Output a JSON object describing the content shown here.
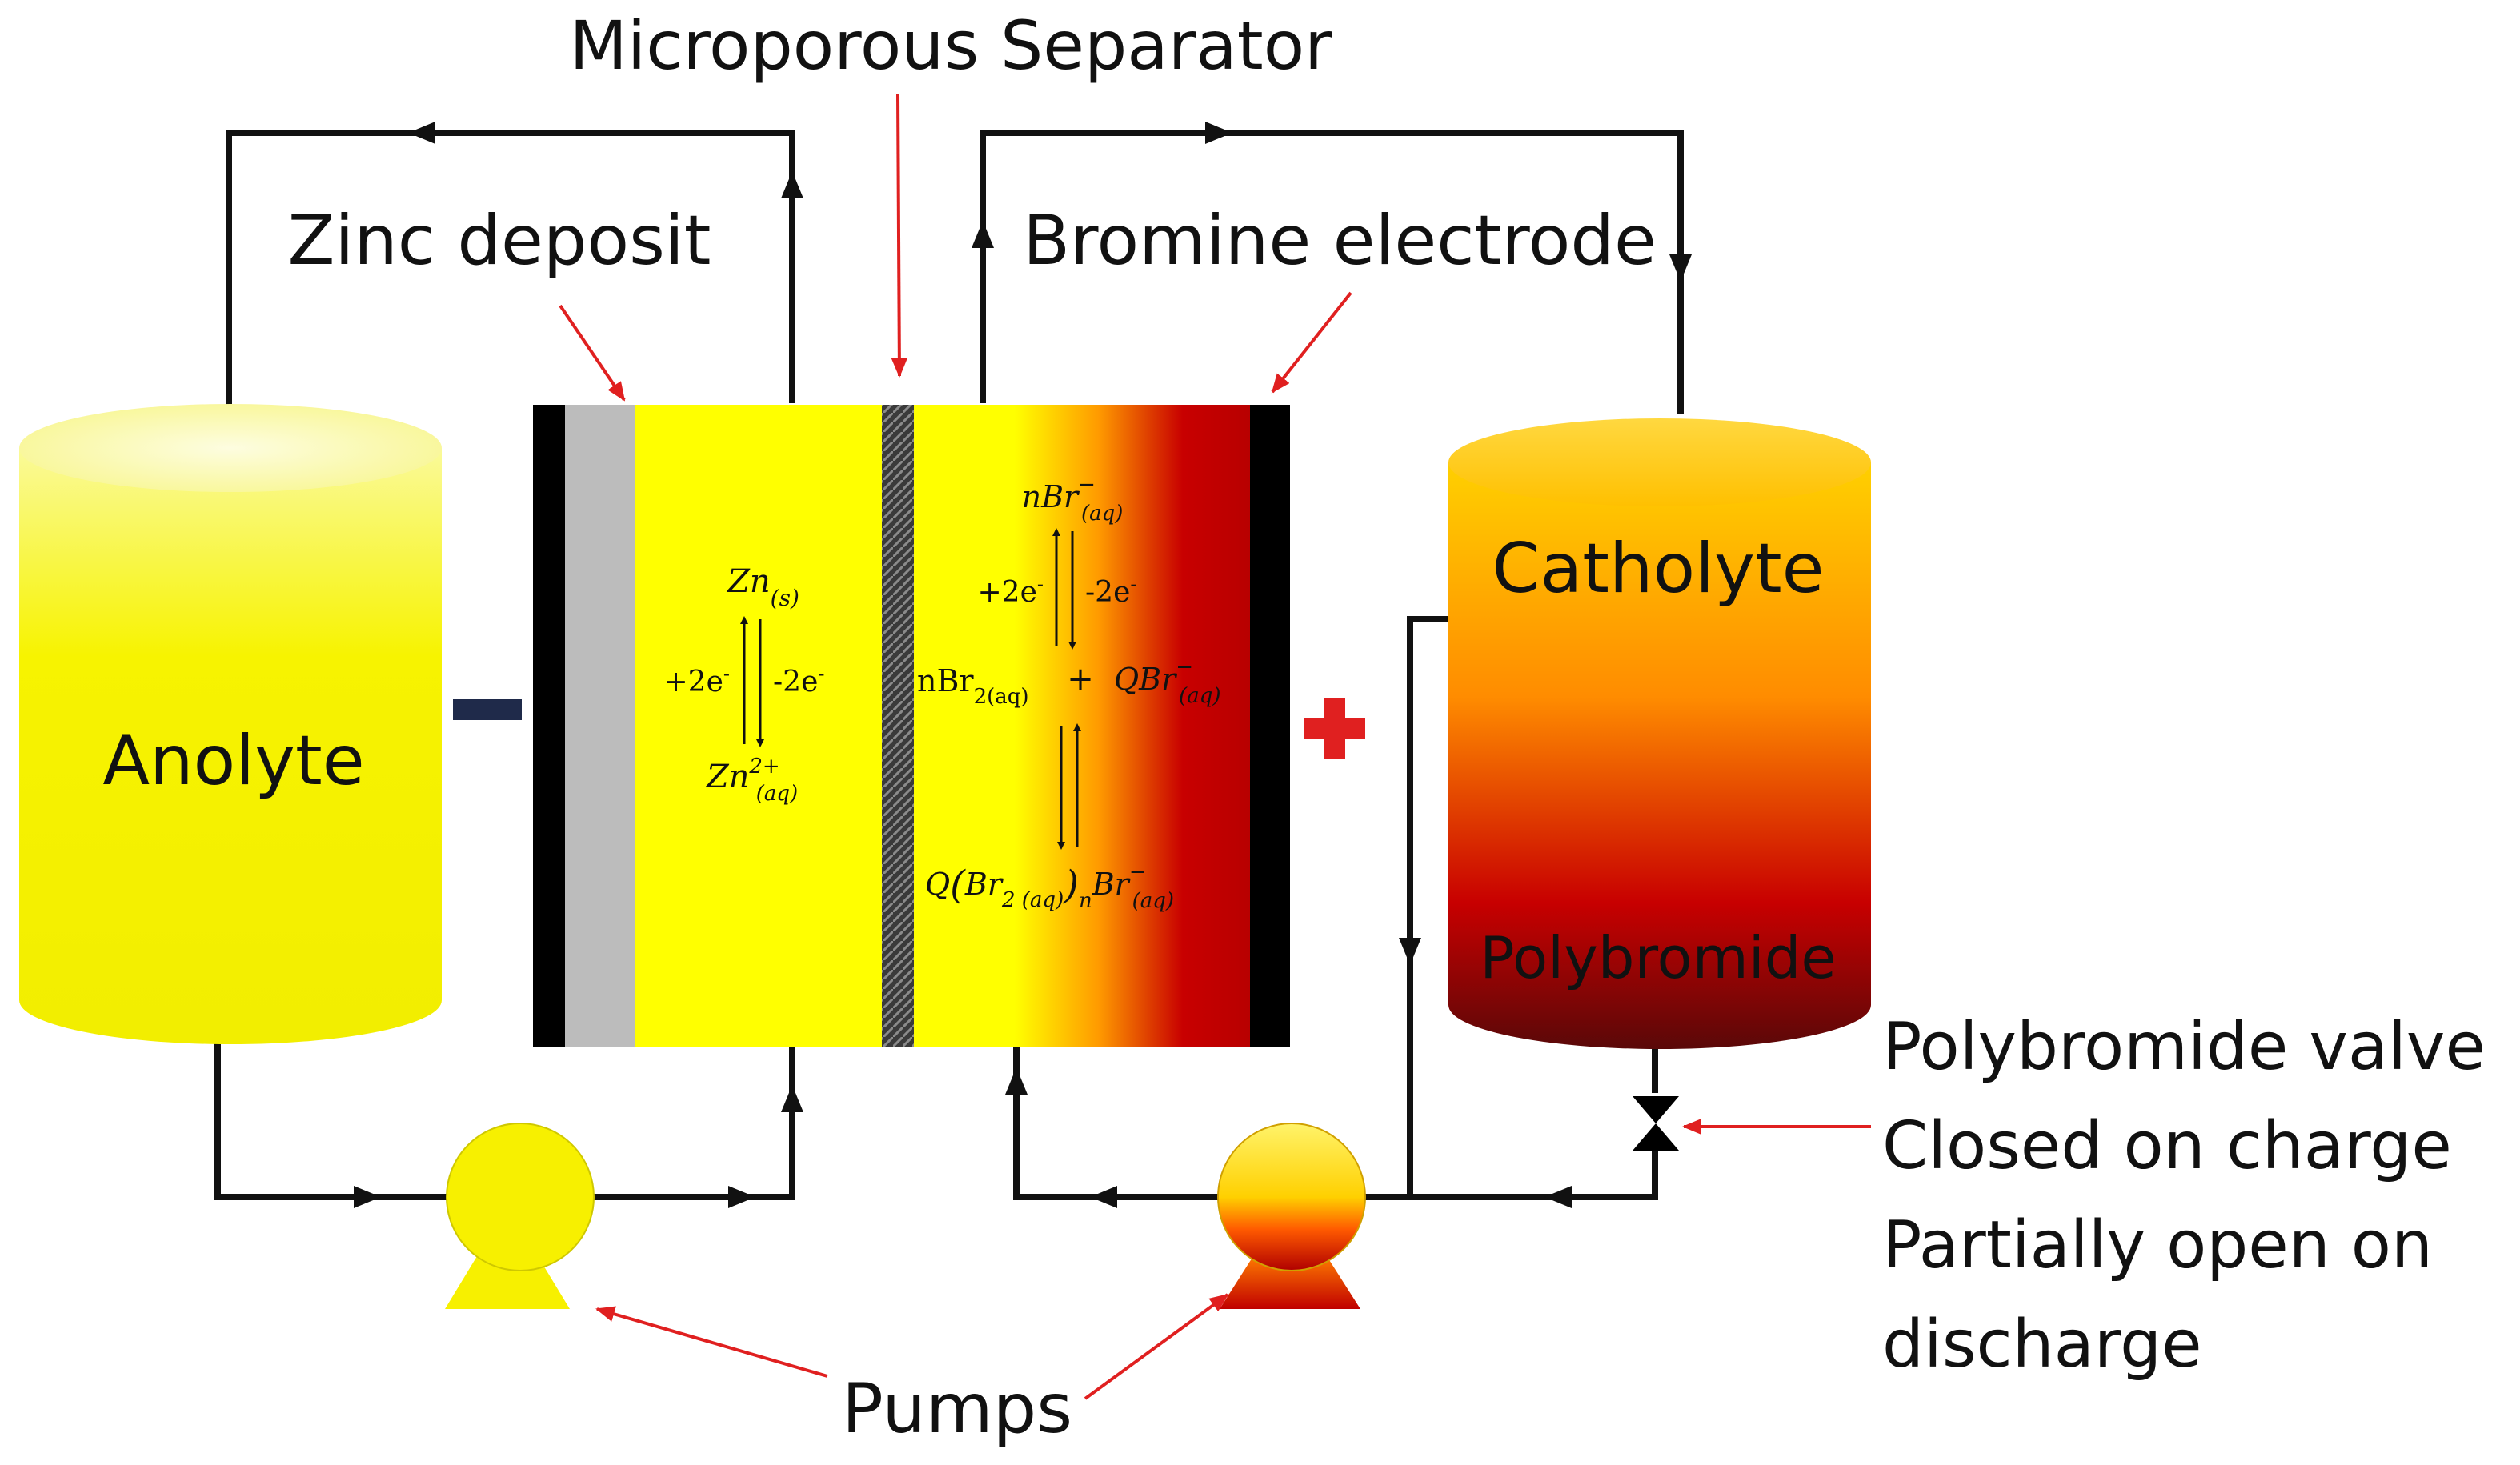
{
  "colors": {
    "anolyte_yellow": "#f7f000",
    "bromine_red": "#c00000",
    "pointer_red": "#e02020",
    "separator_gray": "#444444",
    "zinc_gray": "#bcbcbc"
  },
  "labels": {
    "separator": "Microporous Separator",
    "zinc_deposit": "Zinc deposit",
    "bromine_electrode": "Bromine electrode",
    "anolyte": "Anolyte",
    "catholyte": "Catholyte",
    "polybromide": "Polybromide",
    "valve_line1": "Polybromide valve",
    "valve_line2": "Closed on charge",
    "valve_line3": "Partially open on",
    "valve_line4": "discharge",
    "pumps": "Pumps"
  },
  "terminals": {
    "negative": "−",
    "positive": "+"
  },
  "anode_reaction": {
    "reactant": "Zn",
    "reactant_sub": "(s)",
    "charge": "+2e",
    "discharge": "-2e",
    "electron_sup": "-",
    "product": "Zn",
    "product_sup": "2+",
    "product_sub": "(aq)"
  },
  "cathode_reaction": {
    "top_coef": "n",
    "top_species": "Br",
    "top_sup": "−",
    "top_sub": "(aq)",
    "charge": "+2e",
    "discharge": "-2e",
    "electron_sup": "-",
    "mid_coef": "n",
    "mid_species": "Br",
    "mid_sub": "2(aq)",
    "plus": "+",
    "mid_q": "QBr",
    "mid_q_sup": "−",
    "mid_q_sub": "(aq)",
    "bottom_q": "Q",
    "bottom_species": "Br",
    "bottom_inner_sub": "2 (aq)",
    "bottom_n": "n",
    "bottom_br": "Br",
    "bottom_sup": "−",
    "bottom_sub": "(aq)"
  }
}
